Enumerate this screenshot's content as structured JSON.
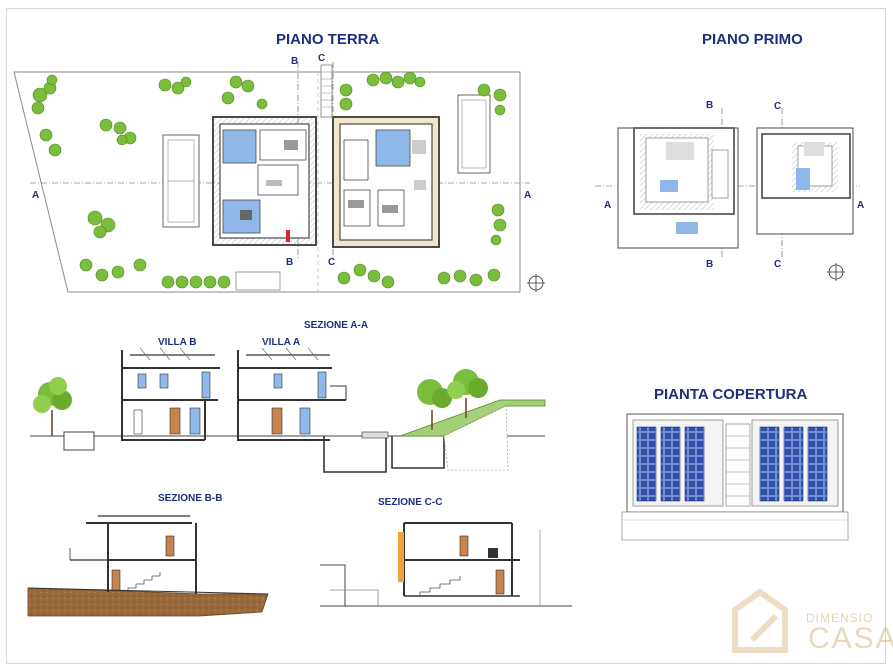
{
  "titles": {
    "ground_floor": "PIANO TERRA",
    "first_floor": "PIANO PRIMO",
    "roof_plan": "PIANTA COPERTURA",
    "section_aa": "SEZIONE A-A",
    "section_bb": "SEZIONE B-B",
    "section_cc": "SEZIONE C-C",
    "villa_b": "VILLA B",
    "villa_a": "VILLA A"
  },
  "section_marks": {
    "a": "A",
    "b": "B",
    "c": "C"
  },
  "watermark": {
    "line1": "DIMENSIO",
    "line2": "CASA"
  },
  "colors": {
    "title": "#1f2f7a",
    "wall": "#4a4a4a",
    "tree": "#7bbd3c",
    "floor_blue": "#8fb8e8",
    "floor_beige": "#f1e6c9",
    "panel_blue": "#2f4fa8",
    "terrain": "#9a6a3c"
  }
}
